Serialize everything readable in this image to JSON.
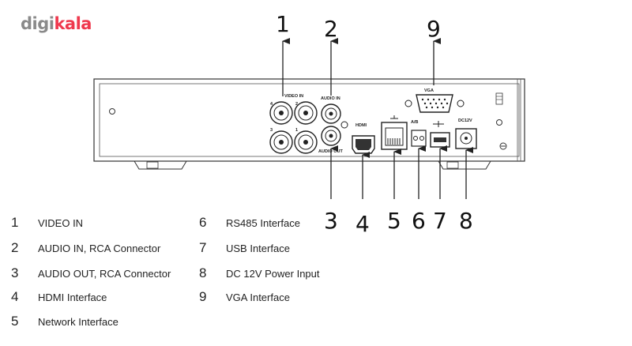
{
  "logo": {
    "part1": "digi",
    "part2": "kala"
  },
  "panel_labels": {
    "video_in": "VIDEO IN",
    "audio_in": "AUDIO IN",
    "audio_out": "AUDIO OUT",
    "hdmi": "HDMI",
    "vga": "VGA",
    "ab": "A/B",
    "dc": "DC12V",
    "ch4": "4",
    "ch2": "2",
    "ch3": "3",
    "ch1": "1"
  },
  "callouts": [
    "1",
    "2",
    "9",
    "3",
    "4",
    "5",
    "6",
    "7",
    "8"
  ],
  "legend": [
    {
      "num": "1",
      "text": "VIDEO IN"
    },
    {
      "num": "2",
      "text": "AUDIO IN, RCA Connector"
    },
    {
      "num": "3",
      "text": "AUDIO OUT, RCA Connector"
    },
    {
      "num": "4",
      "text": "HDMI Interface"
    },
    {
      "num": "5",
      "text": "Network Interface"
    },
    {
      "num": "6",
      "text": "RS485 Interface"
    },
    {
      "num": "7",
      "text": "USB Interface"
    },
    {
      "num": "8",
      "text": "DC 12V Power Input"
    },
    {
      "num": "9",
      "text": "VGA Interface"
    }
  ]
}
